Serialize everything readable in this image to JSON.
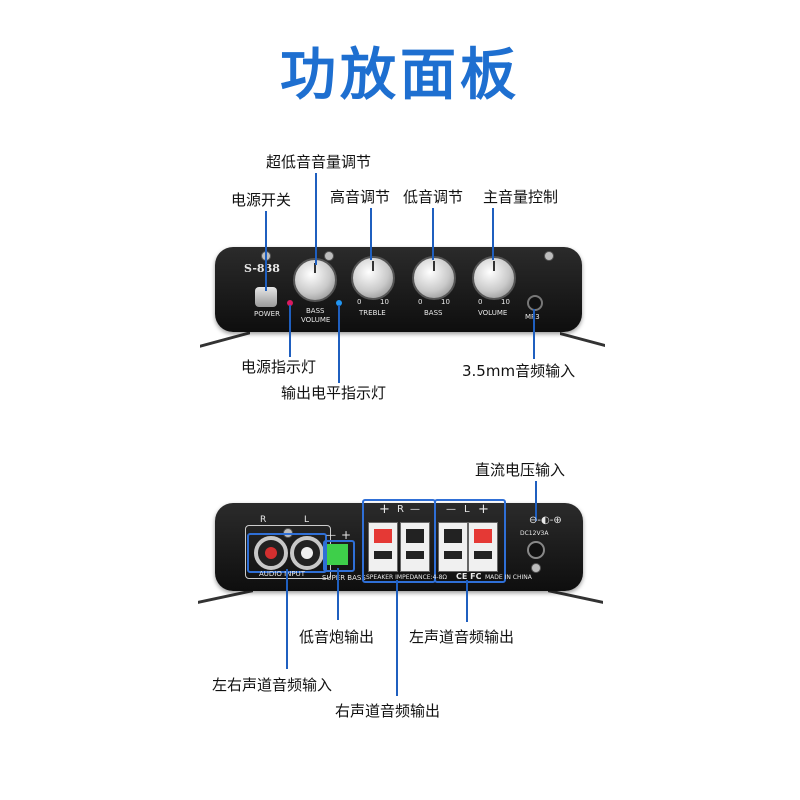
{
  "title": "功放面板",
  "front": {
    "model": "S-838",
    "power_label": "POWER",
    "bass_volume_label_1": "BASS",
    "bass_volume_label_2": "VOLUME",
    "treble_label": "TREBLE",
    "bass_label": "BASS",
    "volume_label": "VOLUME",
    "scale_min": "0",
    "scale_max": "10",
    "mp3_label": "MP3"
  },
  "front_callouts": {
    "power_switch": "电源开关",
    "subwoofer_volume": "超低音音量调节",
    "treble_adjust": "高音调节",
    "bass_adjust": "低音调节",
    "master_volume": "主音量控制",
    "power_indicator": "电源指示灯",
    "output_level_indicator": "输出电平指示灯",
    "aux_input": "3.5mm音频输入"
  },
  "rear": {
    "r_label": "R",
    "l_label": "L",
    "audio_input_label": "AUDIO INPUT",
    "sub_minus": "—",
    "sub_plus": "+",
    "super_bass_label": "SUPER BASS",
    "spk_r_plus": "+",
    "spk_r_label": "R",
    "spk_r_minus": "—",
    "spk_l_minus": "—",
    "spk_l_label": "L",
    "spk_l_plus": "+",
    "speaker_label": "SPEAKER IMPEDANCE:4-8Ω",
    "cert_label": "CE FC",
    "made_label": "MADE IN CHINA",
    "dc_label": "DC12V3A"
  },
  "rear_callouts": {
    "dc_input": "直流电压输入",
    "sub_output": "低音炮输出",
    "left_output": "左声道音频输出",
    "lr_input": "左右声道音频输入",
    "right_output": "右声道音频输出"
  },
  "colors": {
    "title": "#1e6fd0",
    "callout_line": "#1f5fbf",
    "power_led": "#d81b60",
    "level_led": "#2196f3",
    "rca_red": "#d32f2f",
    "sub_terminal": "#3ecf4a",
    "speaker_clip": "#e53935"
  }
}
